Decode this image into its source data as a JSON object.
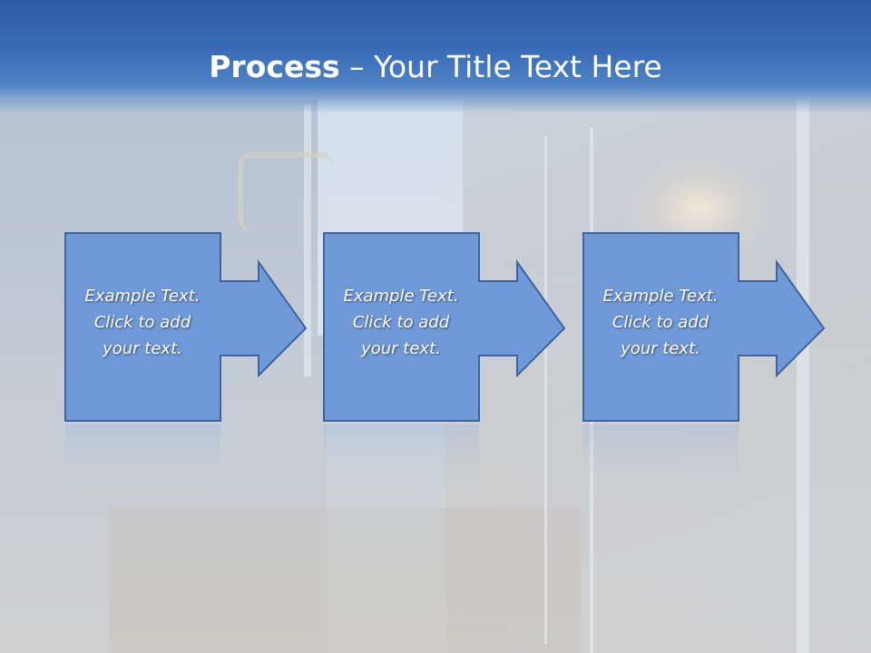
{
  "title": {
    "bold_part": "Process",
    "rest": " – Your Title Text Here"
  },
  "colors": {
    "title_bar": "#3a6db6",
    "shape_fill": "#7099d8",
    "shape_stroke": "#3e639d",
    "text": "#ffffff"
  },
  "steps": [
    {
      "text": "Example Text.\nClick  to add\nyour text."
    },
    {
      "text": "Example Text.\nClick  to add\nyour text."
    },
    {
      "text": "Example Text.\nClick  to add\nyour text."
    }
  ]
}
